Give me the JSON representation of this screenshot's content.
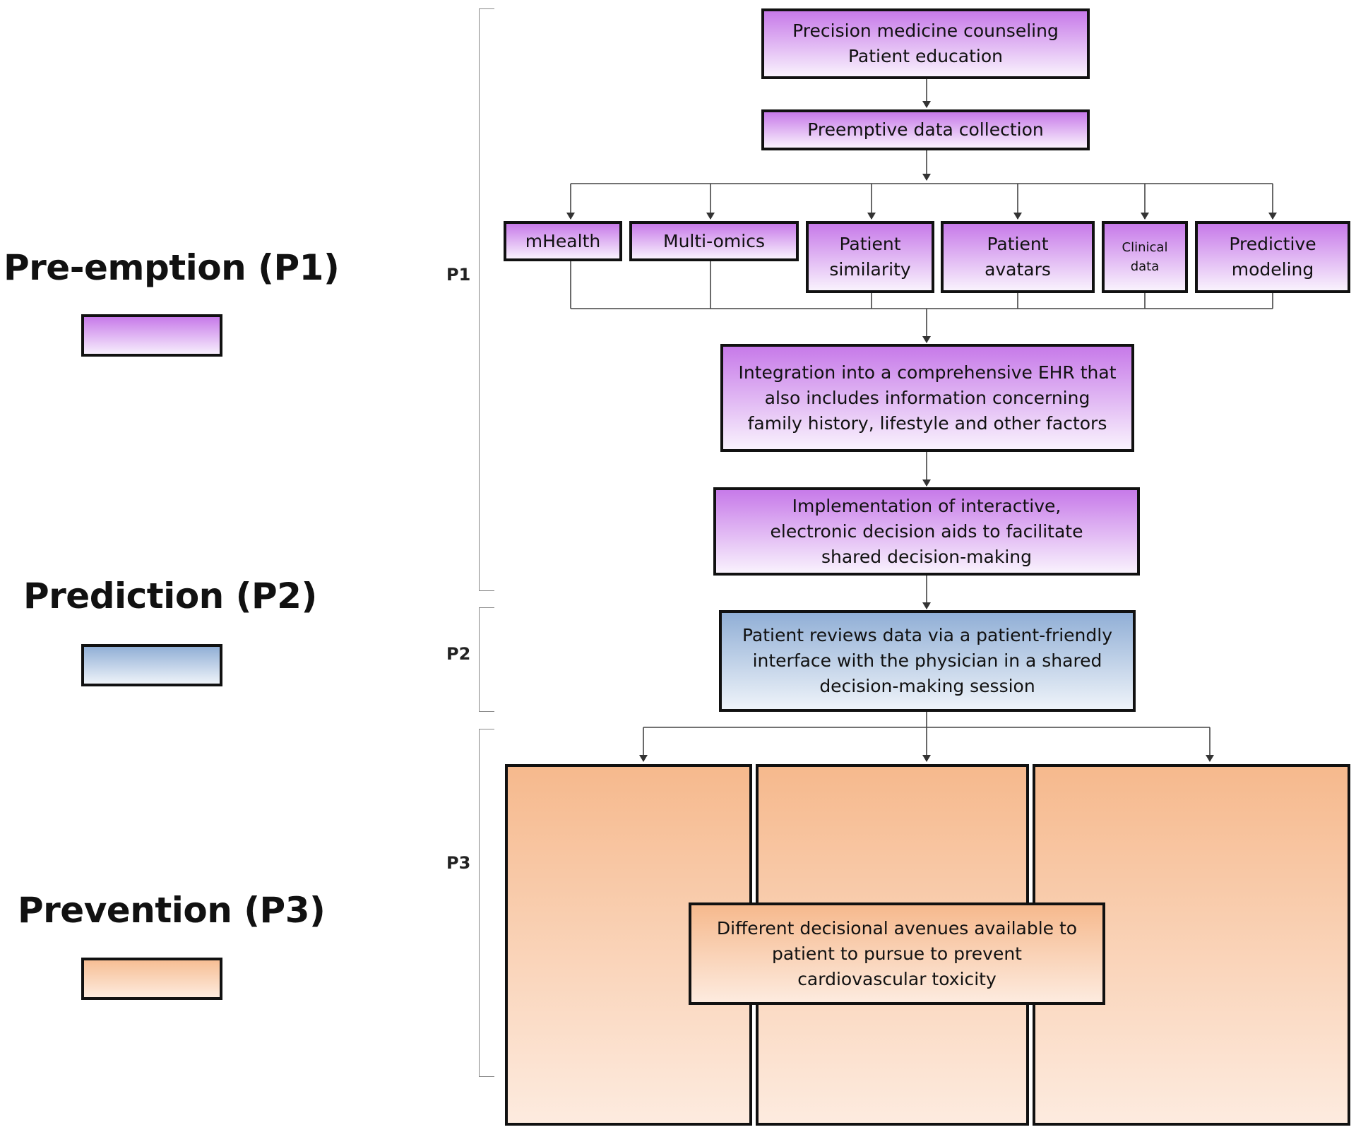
{
  "legend": {
    "p1": {
      "title": "Pre-emption (P1)",
      "color": "#c77ae9"
    },
    "p2": {
      "title": "Prediction (P2)",
      "color": "#91afd6"
    },
    "p3": {
      "title": "Prevention (P3)",
      "color": "#f6b98d"
    }
  },
  "phases": {
    "p1": "P1",
    "p2": "P2",
    "p3": "P3"
  },
  "nodes": {
    "counseling": {
      "line1": "Precision medicine counseling",
      "line2": "Patient education"
    },
    "preemptive": "Preemptive data collection",
    "sources": {
      "mhealth": "mHealth",
      "multiomics": "Multi-omics",
      "similarity": {
        "line1": "Patient",
        "line2": "similarity"
      },
      "avatars": {
        "line1": "Patient",
        "line2": "avatars"
      },
      "clinical": {
        "line1": "Clinical",
        "line2": "data"
      },
      "predictive": {
        "line1": "Predictive",
        "line2": "modeling"
      }
    },
    "integration": {
      "line1": "Integration into a comprehensive EHR that",
      "line2": "also includes information concerning",
      "line3": "family history, lifestyle and other factors"
    },
    "implementation": {
      "line1": "Implementation of interactive,",
      "line2": "electronic decision aids to facilitate",
      "line3": "shared decision-making"
    },
    "review": {
      "line1": "Patient reviews data via a patient-friendly",
      "line2": "interface with the physician in a shared",
      "line3": "decision-making session"
    },
    "avenues": {
      "line1": "Different decisional avenues available to",
      "line2": "patient to pursue to prevent",
      "line3": "cardiovascular toxicity"
    }
  }
}
